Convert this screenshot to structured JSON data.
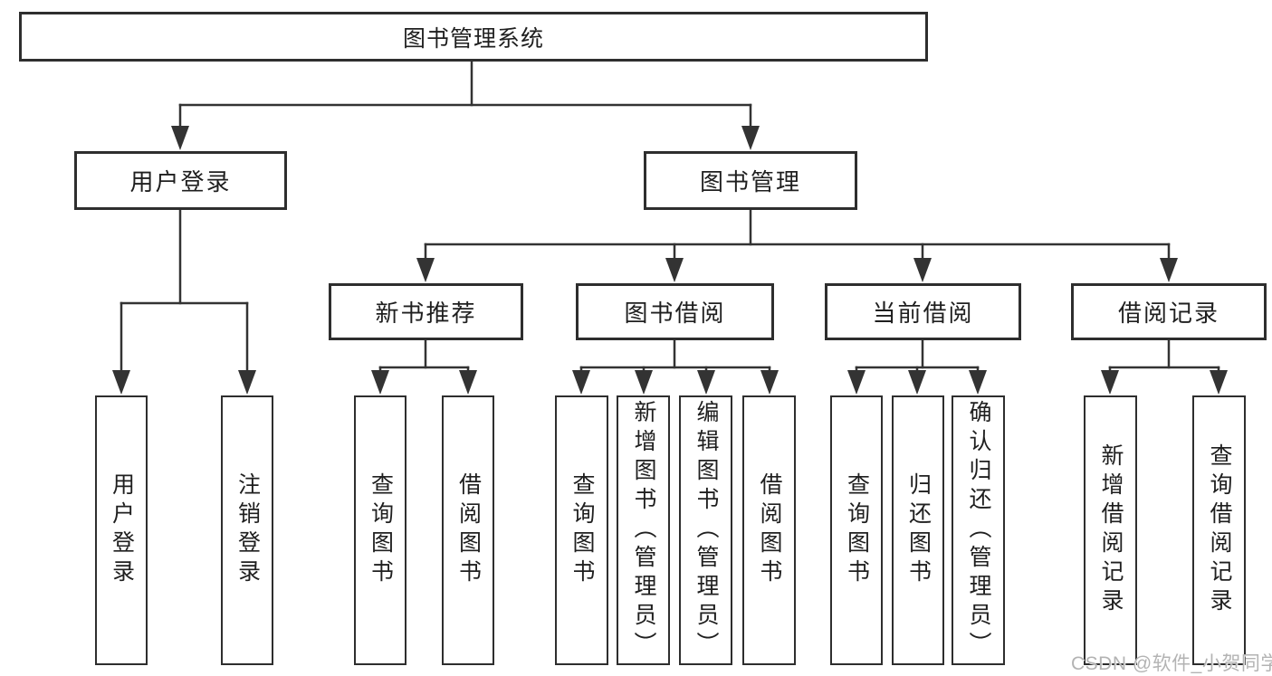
{
  "diagram": {
    "title": "图书管理系统",
    "level2": [
      {
        "label": "用户登录"
      },
      {
        "label": "图书管理"
      }
    ],
    "level3": [
      {
        "label": "新书推荐"
      },
      {
        "label": "图书借阅"
      },
      {
        "label": "当前借阅"
      },
      {
        "label": "借阅记录"
      }
    ],
    "leaves": [
      {
        "label": "用户登录"
      },
      {
        "label": "注销登录"
      },
      {
        "label": "查询图书"
      },
      {
        "label": "借阅图书"
      },
      {
        "label": "查询图书"
      },
      {
        "label": "新增图书（管理员）"
      },
      {
        "label": "编辑图书（管理员）"
      },
      {
        "label": "借阅图书"
      },
      {
        "label": "查询图书"
      },
      {
        "label": "归还图书"
      },
      {
        "label": "确认归还（管理员）"
      },
      {
        "label": "新增借阅记录"
      },
      {
        "label": "查询借阅记录"
      }
    ]
  },
  "watermark": {
    "text": "CSDN @软件_小贺同学"
  },
  "colors": {
    "line": "#333333",
    "box_border": "#2e2e2e",
    "text": "#1f1f1f",
    "watermark": "#b3b3b3",
    "background": "#ffffff"
  }
}
